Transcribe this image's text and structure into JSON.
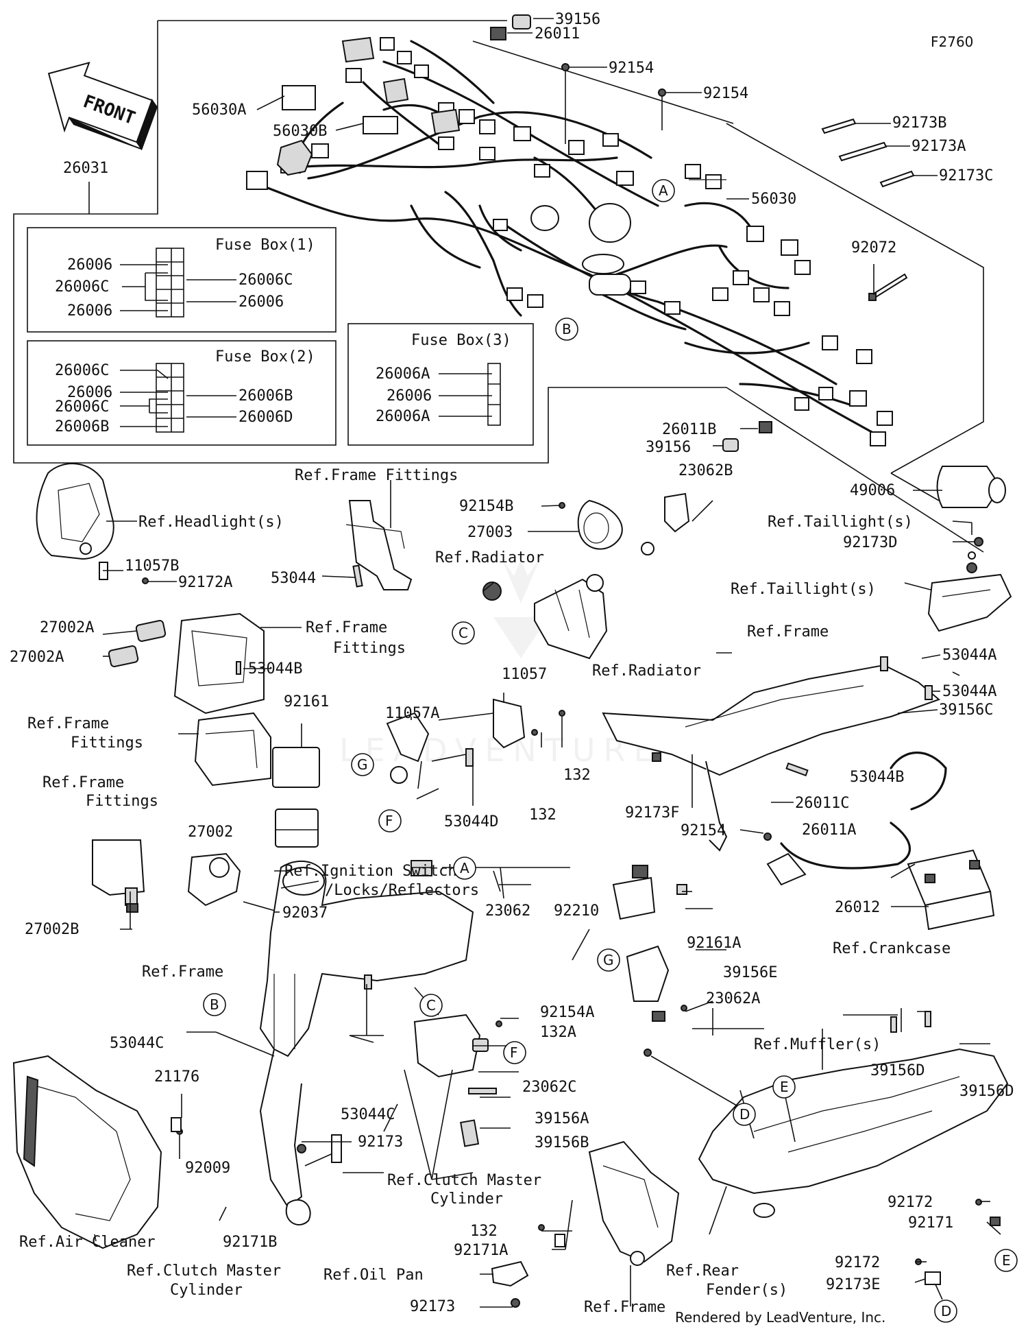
{
  "diagram": {
    "code": "F2760",
    "front_label": "FRONT",
    "footer": "Rendered by LeadVenture, Inc.",
    "fuse_boxes": [
      {
        "title": "Fuse Box(1)",
        "left": [
          "26006",
          "26006C",
          "26006"
        ],
        "right": [
          "26006C",
          "26006"
        ]
      },
      {
        "title": "Fuse Box(2)",
        "left": [
          "26006C",
          "26006",
          "26006C",
          "26006B"
        ],
        "right": [
          "26006B",
          "26006D"
        ]
      },
      {
        "title": "Fuse Box(3)",
        "left": [
          "26006A",
          "26006",
          "26006A"
        ]
      }
    ],
    "labels": [
      {
        "id": "l1",
        "text": "39156"
      },
      {
        "id": "l2",
        "text": "26011"
      },
      {
        "id": "l3",
        "text": "92154"
      },
      {
        "id": "l4",
        "text": "92154"
      },
      {
        "id": "l5",
        "text": "56030A"
      },
      {
        "id": "l6",
        "text": "56030B"
      },
      {
        "id": "l7",
        "text": "26031"
      },
      {
        "id": "l8",
        "text": "92173B"
      },
      {
        "id": "l9",
        "text": "92173A"
      },
      {
        "id": "l10",
        "text": "92173C"
      },
      {
        "id": "l11",
        "text": "56030"
      },
      {
        "id": "l12",
        "text": "92072"
      },
      {
        "id": "l13",
        "text": "26011B"
      },
      {
        "id": "l14",
        "text": "39156"
      },
      {
        "id": "l15",
        "text": "49006"
      },
      {
        "id": "l16",
        "text": "Ref.Frame Fittings"
      },
      {
        "id": "l17",
        "text": "23062B"
      },
      {
        "id": "l18",
        "text": "Ref.Headlight(s)"
      },
      {
        "id": "l19",
        "text": "92154B"
      },
      {
        "id": "l20",
        "text": "27003"
      },
      {
        "id": "l21",
        "text": "Ref.Taillight(s)"
      },
      {
        "id": "l22",
        "text": "92173D"
      },
      {
        "id": "l23",
        "text": "11057B"
      },
      {
        "id": "l24",
        "text": "92172A"
      },
      {
        "id": "l25",
        "text": "53044"
      },
      {
        "id": "l26",
        "text": "Ref.Radiator"
      },
      {
        "id": "l27",
        "text": "Ref.Taillight(s)"
      },
      {
        "id": "l28",
        "text": "27002A"
      },
      {
        "id": "l29",
        "text": "27002A"
      },
      {
        "id": "l30",
        "text": "Ref.Frame"
      },
      {
        "id": "l31",
        "text": "Fittings"
      },
      {
        "id": "l32",
        "text": "53044B"
      },
      {
        "id": "l33",
        "text": "Ref.Radiator"
      },
      {
        "id": "l34",
        "text": "Ref.Frame"
      },
      {
        "id": "l35",
        "text": "53044A"
      },
      {
        "id": "l36",
        "text": "53044A"
      },
      {
        "id": "l37",
        "text": "39156C"
      },
      {
        "id": "l38",
        "text": "92161"
      },
      {
        "id": "l39",
        "text": "11057"
      },
      {
        "id": "l40",
        "text": "11057A"
      },
      {
        "id": "l41",
        "text": "Ref.Frame"
      },
      {
        "id": "l42",
        "text": "Fittings"
      },
      {
        "id": "l43",
        "text": "132"
      },
      {
        "id": "l44",
        "text": "132"
      },
      {
        "id": "l45",
        "text": "53044B"
      },
      {
        "id": "l46",
        "text": "53044D"
      },
      {
        "id": "l47",
        "text": "92173F"
      },
      {
        "id": "l48",
        "text": "Ref.Frame"
      },
      {
        "id": "l49",
        "text": "Fittings"
      },
      {
        "id": "l50",
        "text": "26011C"
      },
      {
        "id": "l51",
        "text": "27002"
      },
      {
        "id": "l52",
        "text": "92154"
      },
      {
        "id": "l53",
        "text": "26011A"
      },
      {
        "id": "l54",
        "text": "Ref.Ignition Switch"
      },
      {
        "id": "l55",
        "text": "/Locks/Reflectors"
      },
      {
        "id": "l56",
        "text": "27002B"
      },
      {
        "id": "l57",
        "text": "92037"
      },
      {
        "id": "l58",
        "text": "26012"
      },
      {
        "id": "l59",
        "text": "23062"
      },
      {
        "id": "l60",
        "text": "92210"
      },
      {
        "id": "l61",
        "text": "92161A"
      },
      {
        "id": "l62",
        "text": "Ref.Crankcase"
      },
      {
        "id": "l63",
        "text": "Ref.Frame"
      },
      {
        "id": "l64",
        "text": "39156E"
      },
      {
        "id": "l65",
        "text": "92154A"
      },
      {
        "id": "l66",
        "text": "23062A"
      },
      {
        "id": "l67",
        "text": "132A"
      },
      {
        "id": "l68",
        "text": "53044C"
      },
      {
        "id": "l69",
        "text": "Ref.Muffler(s)"
      },
      {
        "id": "l70",
        "text": "23062C"
      },
      {
        "id": "l71",
        "text": "21176"
      },
      {
        "id": "l72",
        "text": "53044C"
      },
      {
        "id": "l73",
        "text": "39156A"
      },
      {
        "id": "l74",
        "text": "39156D"
      },
      {
        "id": "l75",
        "text": "39156D"
      },
      {
        "id": "l76",
        "text": "92173"
      },
      {
        "id": "l77",
        "text": "39156B"
      },
      {
        "id": "l78",
        "text": "92009"
      },
      {
        "id": "l79",
        "text": "Ref.Clutch Master"
      },
      {
        "id": "l80",
        "text": "Cylinder"
      },
      {
        "id": "l81",
        "text": "132"
      },
      {
        "id": "l82",
        "text": "92171A"
      },
      {
        "id": "l83",
        "text": "92172"
      },
      {
        "id": "l84",
        "text": "Ref.Air Cleaner"
      },
      {
        "id": "l85",
        "text": "92171B"
      },
      {
        "id": "l86",
        "text": "92171"
      },
      {
        "id": "l87",
        "text": "Ref.Rear"
      },
      {
        "id": "l88",
        "text": "Ref.Clutch Master"
      },
      {
        "id": "l89",
        "text": "92172"
      },
      {
        "id": "l90",
        "text": "Cylinder"
      },
      {
        "id": "l91",
        "text": "Ref.Oil Pan"
      },
      {
        "id": "l92",
        "text": "Fender(s)"
      },
      {
        "id": "l93",
        "text": "92173E"
      },
      {
        "id": "l94",
        "text": "92173"
      },
      {
        "id": "l95",
        "text": "Ref.Frame"
      }
    ],
    "callouts": [
      {
        "id": "c1",
        "letter": "A"
      },
      {
        "id": "c2",
        "letter": "B"
      },
      {
        "id": "c3",
        "letter": "C"
      },
      {
        "id": "c4",
        "letter": "G"
      },
      {
        "id": "c5",
        "letter": "F"
      },
      {
        "id": "c6",
        "letter": "A"
      },
      {
        "id": "c7",
        "letter": "G"
      },
      {
        "id": "c8",
        "letter": "B"
      },
      {
        "id": "c9",
        "letter": "C"
      },
      {
        "id": "c10",
        "letter": "F"
      },
      {
        "id": "c11",
        "letter": "D"
      },
      {
        "id": "c12",
        "letter": "E"
      },
      {
        "id": "c13",
        "letter": "E"
      },
      {
        "id": "c14",
        "letter": "D"
      }
    ]
  }
}
